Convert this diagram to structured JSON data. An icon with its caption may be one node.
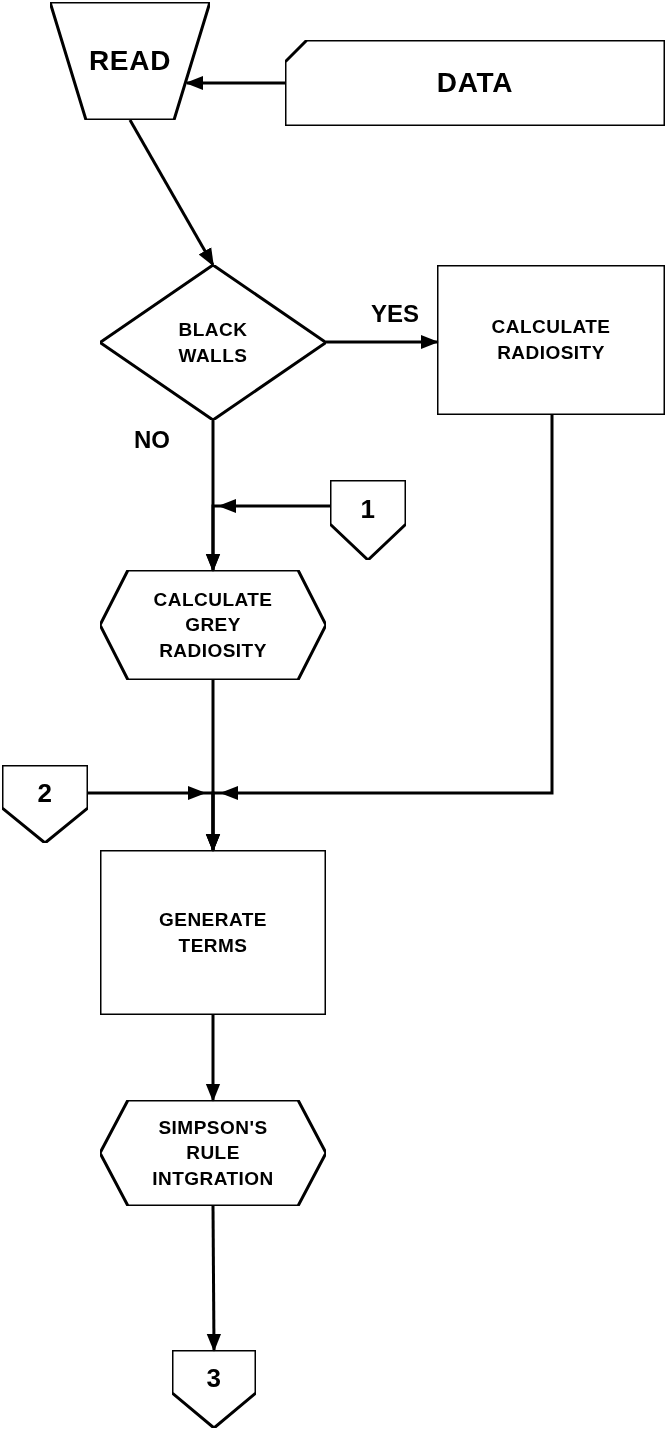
{
  "diagram": {
    "nodes": [
      {
        "text": [
          "READ"
        ]
      },
      {
        "text": [
          "DATA"
        ]
      },
      {
        "text": [
          "BLACK WALLS"
        ]
      },
      {
        "text": [
          "CALCULATE RADIOSITY"
        ]
      },
      {
        "text": [
          "1"
        ]
      },
      {
        "text": [
          "CALCULATE GREY RADIOSITY"
        ]
      },
      {
        "text": [
          "2"
        ]
      },
      {
        "text": [
          "GENERATE TERMS"
        ]
      },
      {
        "text": [
          "SIMPSON'S RULE INTGRATION"
        ]
      },
      {
        "text": [
          "3"
        ]
      }
    ],
    "edges": [
      {
        "from": 1,
        "to": 0,
        "arrow": "to"
      },
      {
        "from": 0,
        "to": 2,
        "arrow": "to"
      },
      {
        "from": 2,
        "to": 3,
        "arrow": "to",
        "label": "YES"
      },
      {
        "from": 2,
        "to": 5,
        "arrow": "to",
        "label": "NO"
      },
      {
        "from": 4,
        "to": 5,
        "arrow": "to"
      },
      {
        "from": 5,
        "to": 7,
        "arrow": "to"
      },
      {
        "from": 6,
        "to": 7,
        "arrow": "to"
      },
      {
        "from": 3,
        "to": 7,
        "arrow": "to"
      },
      {
        "from": 7,
        "to": 8,
        "arrow": "to"
      },
      {
        "from": 8,
        "to": 9,
        "arrow": "to"
      }
    ]
  }
}
